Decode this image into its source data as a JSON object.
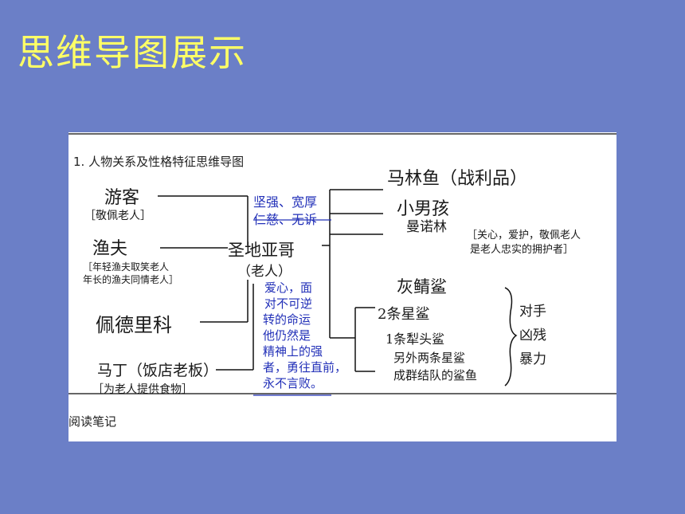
{
  "slide_title": "思维导图展示",
  "sheet": {
    "heading": "1.   人物关系及性格特征思维导图",
    "footer": "阅读笔记"
  },
  "nodes": {
    "center": "圣地亚哥",
    "center_sub": "（老人）",
    "left_1": "游客",
    "left_1_note": "［敬佩老人］",
    "left_2": "渔夫",
    "left_2_note_1": "［年轻渔夫取笑老人",
    "left_2_note_2": "年长的渔夫同情老人］",
    "left_3": "佩德里科",
    "left_4": "马丁（饭店老板）",
    "left_4_note": "［为老人提供食物］",
    "traits_1": "坚强、宽厚",
    "traits_2": "仁慈、无诉",
    "love_1": "爱心，面",
    "love_2": "对不可逆",
    "love_3": "转的命运",
    "love_4": "他仍然是",
    "love_5": "精神上的强",
    "love_6": "者，勇往直前，",
    "love_7": "永不言败。",
    "right_1": "马林鱼（战利品）",
    "right_2": "小男孩",
    "right_2_name": "曼诺林",
    "right_2_note_1": "［关心，爱护，敬佩老人",
    "right_2_note_2": "是老人忠实的拥护者］",
    "right_3": "灰鲭鲨",
    "right_4": "2条星鲨",
    "right_4_a": "1条犁头鲨",
    "right_4_b": "另外两条星鲨",
    "right_4_c": "成群结队的鲨鱼",
    "rival_1": "对手",
    "rival_2": "凶残",
    "rival_3": "暴力"
  },
  "colors": {
    "background": "#6b7fc7",
    "title": "#ffff66",
    "ink_blue": "#2230b8"
  }
}
